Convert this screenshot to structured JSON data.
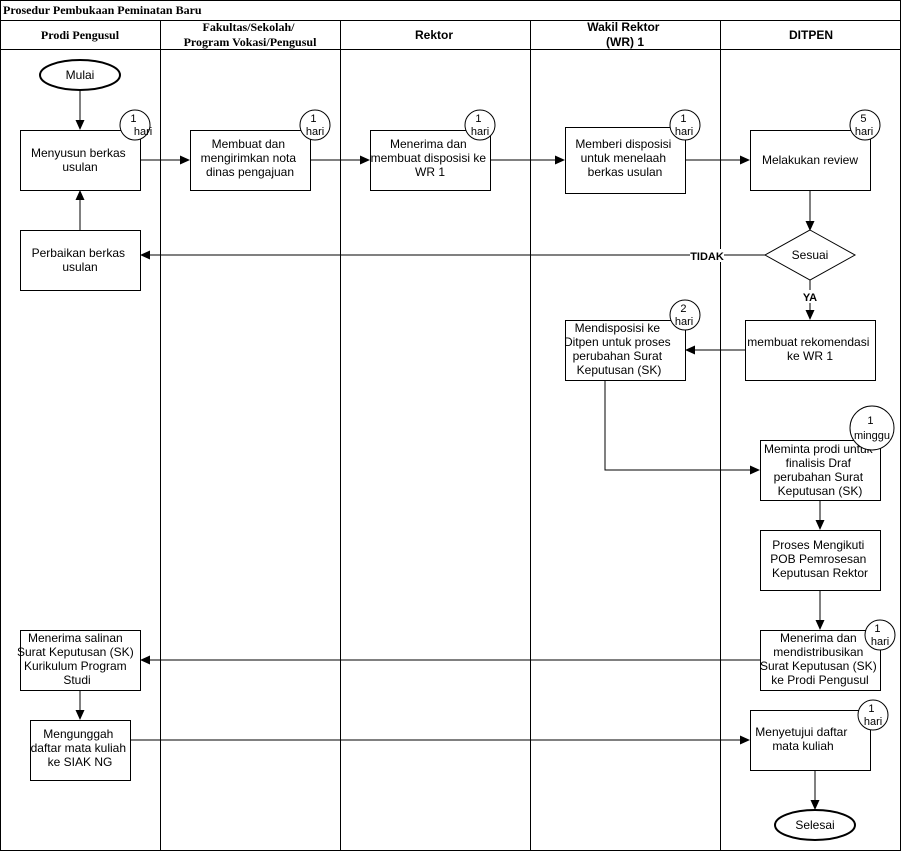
{
  "title": "Prosedur Pembukaan Peminatan Baru",
  "lanes": [
    {
      "label": [
        "Prodi Pengusul"
      ]
    },
    {
      "label": [
        "Fakultas/Sekolah/",
        "Program Vokasi/Pengusul"
      ]
    },
    {
      "label": [
        "Rektor"
      ]
    },
    {
      "label": [
        "Wakil Rektor",
        "(WR) 1"
      ]
    },
    {
      "label": [
        "DITPEN"
      ]
    }
  ],
  "terminals": {
    "start": "Mulai",
    "end": "Selesai"
  },
  "steps": {
    "menyusun": [
      "Menyusun berkas",
      "usulan"
    ],
    "perbaikan": [
      "Perbaikan berkas",
      "usulan"
    ],
    "nota": [
      "Membuat dan",
      "mengirimkan nota",
      "dinas pengajuan"
    ],
    "rektor": [
      "Menerima dan",
      "membuat disposisi ke",
      "WR 1"
    ],
    "wr_disposisi": [
      "Memberi disposisi",
      "untuk menelaah",
      "berkas usulan"
    ],
    "review": [
      "Melakukan review"
    ],
    "rekomendasi": [
      "membuat rekomendasi",
      "ke WR 1"
    ],
    "wr_ditpen": [
      "Mendisposisi ke",
      "Ditpen untuk proses",
      "perubahan Surat",
      "Keputusan (SK)"
    ],
    "finalisasi": [
      "Meminta prodi untuk",
      "finalisis Draf",
      "perubahan Surat",
      "Keputusan (SK)"
    ],
    "pob": [
      "Proses Mengikuti",
      "POB Pemrosesan",
      "Keputusan Rektor"
    ],
    "distribusi": [
      "Menerima dan",
      "mendistribusikan",
      "Surat Keputusan (SK)",
      "ke Prodi Pengusul"
    ],
    "salinan": [
      "Menerima salinan",
      "Surat Keputusan (SK)",
      "Kurikulum Program",
      "Studi"
    ],
    "unggah": [
      "Mengunggah",
      "daftar mata kuliah",
      "ke SIAK NG"
    ],
    "setujui": [
      "Menyetujui daftar",
      "mata kuliah"
    ]
  },
  "decision": {
    "label": "Sesuai",
    "yes": "YA",
    "no": "TIDAK"
  },
  "durations": {
    "d1": [
      "1",
      "hari"
    ],
    "d2": [
      "1",
      "hari"
    ],
    "d3": [
      "1",
      "hari"
    ],
    "d4": [
      "1",
      "hari"
    ],
    "d5": [
      "5",
      "hari"
    ],
    "d6": [
      "2",
      "hari"
    ],
    "d7": [
      "1",
      "minggu"
    ],
    "d8": [
      "1",
      "hari"
    ],
    "d9": [
      "1",
      "hari"
    ]
  },
  "colors": {
    "stroke": "#000000",
    "fill": "#ffffff",
    "text": "#000000"
  }
}
